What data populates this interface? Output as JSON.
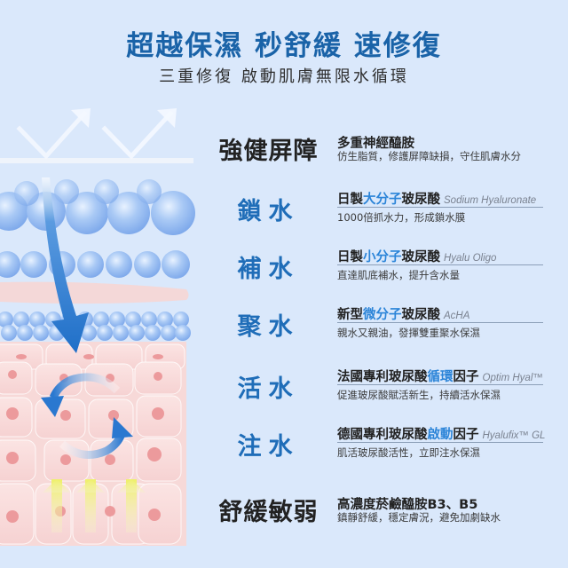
{
  "header": {
    "headline": "超越保濕 秒舒緩 速修復",
    "subheadline": "三重修復 啟動肌膚無限水循環"
  },
  "colors": {
    "background": "#dae8fb",
    "headline": "#1a63a8",
    "label_blue": "#1f6db8",
    "highlight": "#2b84d8",
    "text_dark": "#222222",
    "latin_gray": "#7a8290"
  },
  "illustration": {
    "icons": [
      "checkmark-arrow-icon",
      "checkmark-arrow-icon",
      "water-bubble-layer",
      "skin-cell-layer",
      "down-arrow-icon",
      "cycle-arrows-icon",
      "up-arrow-icon"
    ]
  },
  "features": [
    {
      "label": "強健屏障",
      "title_parts": [
        "多重神經醯胺",
        "",
        ""
      ],
      "latin": "",
      "desc": "仿生脂質，修護屏障缺損，守住肌膚水分"
    },
    {
      "label": "鎖水",
      "title_parts": [
        "日製",
        "大分子",
        "玻尿酸"
      ],
      "latin": "Sodium Hyaluronate",
      "desc": "1000倍抓水力，形成鎖水膜"
    },
    {
      "label": "補水",
      "title_parts": [
        "日製",
        "小分子",
        "玻尿酸"
      ],
      "latin": "Hyalu Oligo",
      "desc": "直達肌底補水，提升含水量"
    },
    {
      "label": "聚水",
      "title_parts": [
        "新型",
        "微分子",
        "玻尿酸"
      ],
      "latin": "AcHA",
      "desc": "親水又親油，發揮雙重聚水保濕"
    },
    {
      "label": "活水",
      "title_parts": [
        "法國專利玻尿酸",
        "循環",
        "因子"
      ],
      "latin": "Optim Hyal™",
      "desc": "促進玻尿酸賦活新生，持續活水保濕"
    },
    {
      "label": "注水",
      "title_parts": [
        "德國專利玻尿酸",
        "啟動",
        "因子"
      ],
      "latin": "Hyalufix™ GL",
      "desc": "肌活玻尿酸活性，立即注水保濕"
    },
    {
      "label": "舒緩敏弱",
      "title_parts": [
        "高濃度菸鹼醯胺B3、B5",
        "",
        ""
      ],
      "latin": "",
      "desc": "鎮靜舒緩，穩定膚況，避免加劇缺水"
    }
  ]
}
